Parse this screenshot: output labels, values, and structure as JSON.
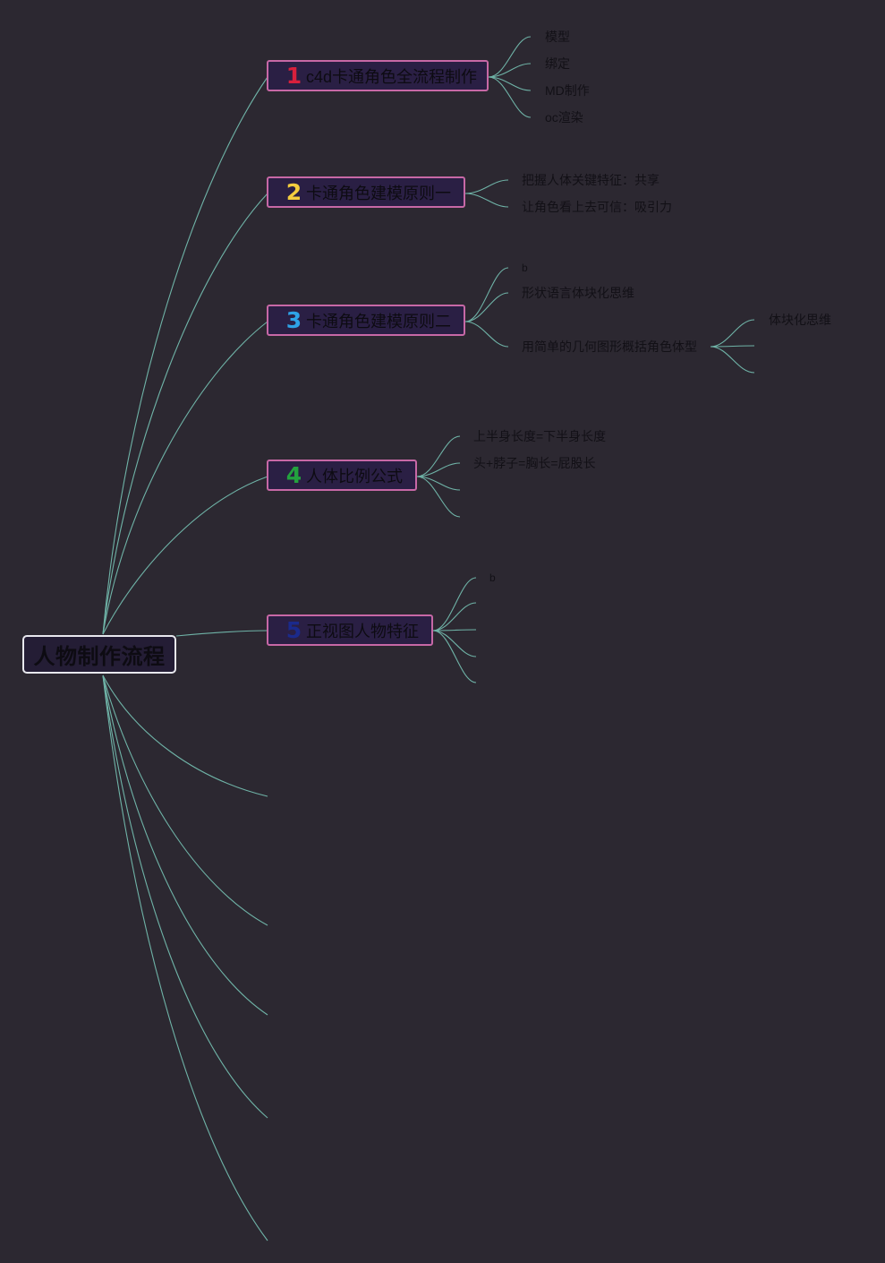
{
  "root": {
    "label": "人物制作流程"
  },
  "topics": [
    {
      "number": "1",
      "number_color": "#d8203c",
      "label": "c4d卡通角色全流程制作",
      "children": [
        "模型",
        "绑定",
        "MD制作",
        "oc渲染"
      ]
    },
    {
      "number": "2",
      "number_color": "#f3cc3e",
      "label": "卡通角色建模原则一",
      "children": [
        "把握人体关键特征：共享",
        "让角色看上去可信：吸引力"
      ]
    },
    {
      "number": "3",
      "number_color": "#2ea2e6",
      "label": "卡通角色建模原则二",
      "children": [
        "b",
        "形状语言体块化思维",
        "用简单的几何图形概括角色体型"
      ],
      "grandchildren": [
        "体块化思维"
      ]
    },
    {
      "number": "4",
      "number_color": "#23a23e",
      "label": "人体比例公式",
      "children": [
        "上半身长度=下半身长度",
        "头+脖子=胸长=屁股长"
      ]
    },
    {
      "number": "5",
      "number_color": "#1b2a8c",
      "label": "正视图人物特征",
      "children": [
        "b"
      ]
    }
  ],
  "colors": {
    "background": "#2c2831",
    "link": "#6fb3a7",
    "topic_border": "#c768a6",
    "root_border": "#e8e8ee"
  }
}
